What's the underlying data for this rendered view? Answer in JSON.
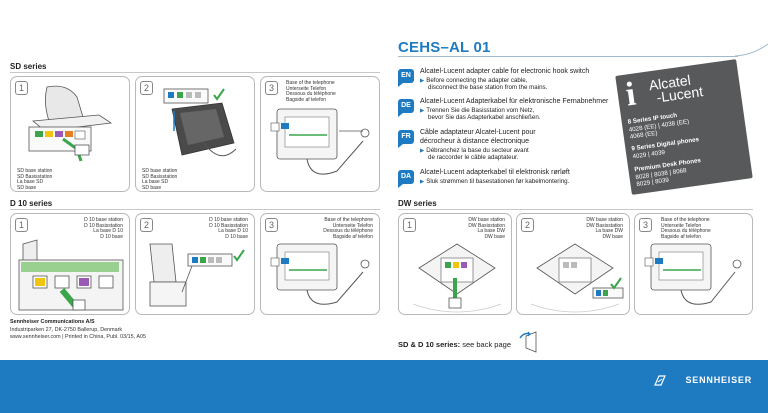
{
  "doc": {
    "title": "CEHS–AL 01"
  },
  "sections": {
    "sd": {
      "title": "SD series"
    },
    "d10": {
      "title": "D 10 series"
    },
    "dw": {
      "title": "DW series"
    }
  },
  "panels": {
    "sd1": {
      "num": "1",
      "caption": [
        "SD base station",
        "SD Basisstation",
        "La base SD",
        "SD base"
      ]
    },
    "sd2": {
      "num": "2",
      "caption": [
        "SD base station",
        "SD Basisstation",
        "La base SD",
        "SD base"
      ]
    },
    "sd3": {
      "num": "3",
      "caption": [
        "Base of the telephone",
        "Unterseite Telefon",
        "Dessous du téléphone",
        "Bagside af telefon"
      ]
    },
    "d101": {
      "num": "1",
      "caption": [
        "D 10 base station",
        "D 10 Basisstation",
        "La base D 10",
        "D 10 base"
      ]
    },
    "d102": {
      "num": "2",
      "caption": [
        "D 10 base station",
        "D 10 Basisstation",
        "La base D 10",
        "D 10 base"
      ]
    },
    "d103": {
      "num": "3",
      "caption": [
        "Base of the telephone",
        "Unterseite Telefon",
        "Dessous du téléphone",
        "Bagside af telefon"
      ]
    },
    "dw1": {
      "num": "1",
      "caption": [
        "DW base station",
        "DW Basisstation",
        "La base DW",
        "DW base"
      ]
    },
    "dw2": {
      "num": "2",
      "caption": [
        "DW base station",
        "DW Basisstation",
        "La base DW",
        "DW base"
      ]
    },
    "dw3": {
      "num": "3",
      "caption": [
        "Base of the telephone",
        "Unterseite Telefon",
        "Dessous du téléphone",
        "Bagside af telefon"
      ]
    }
  },
  "languages": [
    {
      "code": "EN",
      "heading": "Alcatel-Lucent adapter cable for electronic hook switch",
      "lines": [
        "Before connecting the adapter cable,",
        "disconnect the base station from the mains."
      ]
    },
    {
      "code": "DE",
      "heading": "Alcatel-Lucent Adapterkabel für elektronische Fernabnehmer",
      "lines": [
        "Trennen Sie die Basisstation vom Netz,",
        "bevor Sie das Adapterkabel anschließen."
      ]
    },
    {
      "code": "FR",
      "heading": "Câble adaptateur Alcatel-Lucent pour",
      "heading2": "décrocheur à distance électronique",
      "lines": [
        "Débranchez la base du secteur avant",
        "de raccorder le câble adaptateur."
      ]
    },
    {
      "code": "DA",
      "heading": "Alcatel-Lucent adapterkabel til elektronisk rørløft",
      "lines": [
        "Sluk strømmen til basestationen før kabelmontering."
      ]
    }
  ],
  "alcatel": {
    "logo_mark": "i",
    "brand_line1": "Alcatel",
    "brand_line2": "-Lucent",
    "groups": [
      {
        "heading": "8 Series IP touch",
        "values": [
          "4028 (EE) | 4038 (EE)",
          "4068 (EE)"
        ]
      },
      {
        "heading": "9 Series Digital phones",
        "values": [
          "4029 | 4039"
        ]
      },
      {
        "heading": "Premium Desk Phones",
        "values": [
          "8028 | 8038 | 8068",
          "8029 | 8039"
        ]
      }
    ]
  },
  "footer": {
    "company": "Sennheiser Communications A/S",
    "address": "Industriparken 27, DK-2750 Ballerup, Denmark",
    "web": "www.sennheiser.com | Printed in China, Publ. 03/15, A05",
    "see_back_bold": "SD & D 10 series:",
    "see_back_rest": " see back page",
    "brand": "SENNHEISER"
  },
  "colors": {
    "brand_blue": "#1f7bc1",
    "accent_green": "#3aa54b",
    "box_gray": "#58595b"
  }
}
